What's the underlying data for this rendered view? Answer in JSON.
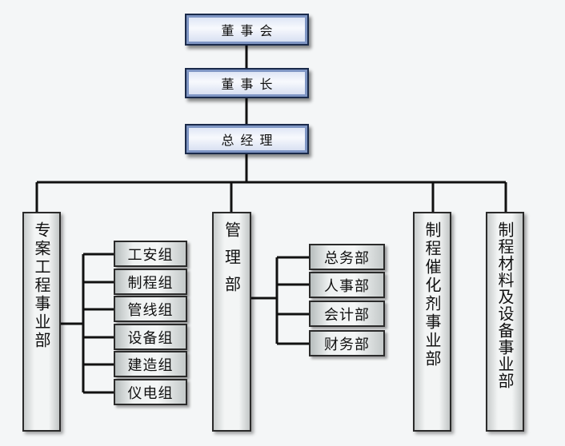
{
  "top": {
    "board": "董事会",
    "chairman": "董事长",
    "gm": "总经理"
  },
  "departments": {
    "special_projects": "专案工程事业部",
    "management": "管理部",
    "catalyst": "制程催化剂事业部",
    "materials": "制程材料及设备事业部"
  },
  "special_groups": [
    "工安组",
    "制程组",
    "管线组",
    "设备组",
    "建造组",
    "仪电组"
  ],
  "management_units": [
    "总务部",
    "人事部",
    "会计部",
    "财务部"
  ]
}
